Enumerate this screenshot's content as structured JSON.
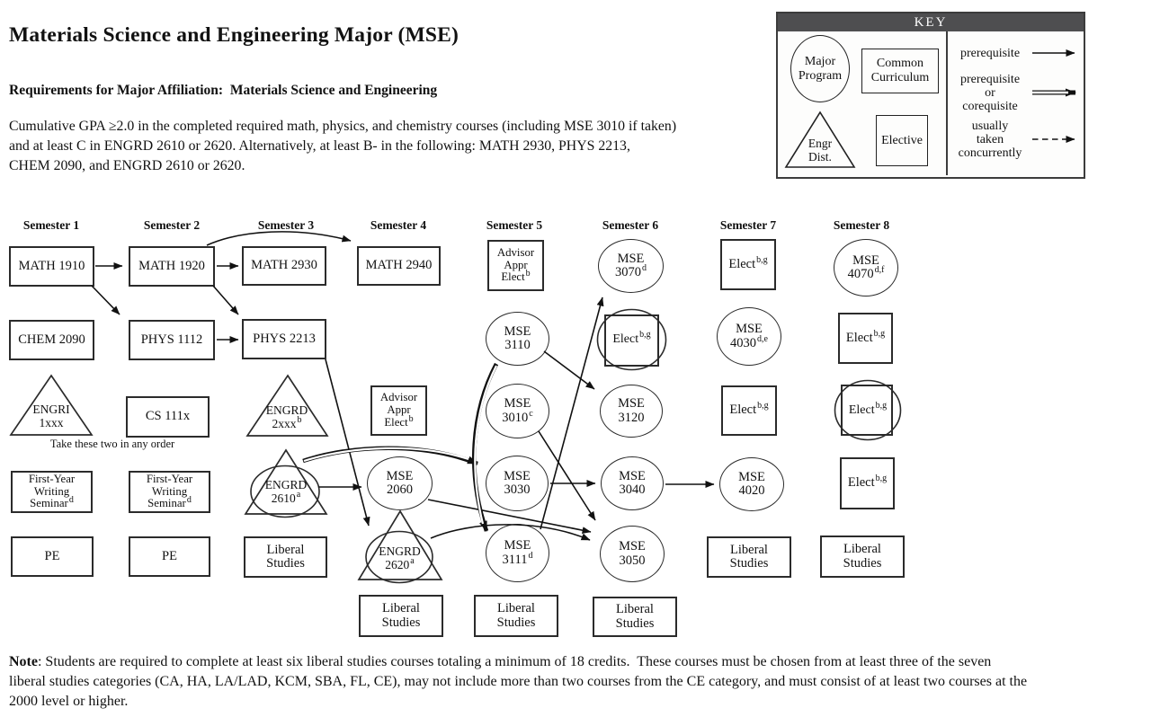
{
  "page": {
    "title": "Materials Science and Engineering Major (MSE)",
    "requirements_heading": "Requirements for Major Affiliation:  Materials Science and Engineering",
    "requirements_body": "Cumulative GPA ≥2.0 in the completed required math, physics, and chemistry courses (including MSE 3010 if taken)\nand at least C in ENGRD 2610 or 2620. Alternatively, at least B- in the following: MATH 2930, PHYS 2213,\nCHEM 2090, and ENGRD 2610 or 2620.",
    "note_label": "Note",
    "note_body": ": Students are required to complete at least six liberal studies courses totaling a minimum of 18 credits.  These courses must be chosen from at least three of the seven\nliberal studies categories (CA, HA, LA/LAD, KCM, SBA, FL, CE), may not include more than two courses from the CE category, and must consist of at least two courses at the\n2000 level or higher."
  },
  "key": {
    "title": "KEY",
    "major_program": "Major\nProgram",
    "common_curriculum": "Common\nCurriculum",
    "engr_dist": "Engr\nDist.",
    "elective": "Elective",
    "prerequisite": "prerequisite",
    "prereq_or_coreq": "prerequisite\nor\ncorequisite",
    "concurrent": "usually\ntaken\nconcurrently"
  },
  "semesters": {
    "s1": "Semester 1",
    "s2": "Semester 2",
    "s3": "Semester 3",
    "s4": "Semester 4",
    "s5": "Semester 5",
    "s6": "Semester 6",
    "s7": "Semester 7",
    "s8": "Semester 8"
  },
  "annotations": {
    "any_order": "Take these two in any order"
  },
  "nodes": {
    "math1910": {
      "label": "MATH 1910"
    },
    "chem2090": {
      "label": "CHEM 2090"
    },
    "engri1xxx": {
      "label": "ENGRI\n1xxx"
    },
    "fyws1": {
      "label": "First-Year\nWriting\nSeminar",
      "sup": "d"
    },
    "pe1": {
      "label": "PE"
    },
    "math1920": {
      "label": "MATH 1920"
    },
    "phys1112": {
      "label": "PHYS 1112"
    },
    "cs111x": {
      "label": "CS 111x"
    },
    "fyws2": {
      "label": "First-Year\nWriting\nSeminar",
      "sup": "d"
    },
    "pe2": {
      "label": "PE"
    },
    "math2930": {
      "label": "MATH 2930"
    },
    "phys2213": {
      "label": "PHYS 2213"
    },
    "engrd2xxx": {
      "label": "ENGRD\n2xxx",
      "sup": "b"
    },
    "engrd2610": {
      "label": "ENGRD\n2610",
      "sup": "a"
    },
    "libstud3": {
      "label": "Liberal\nStudies"
    },
    "math2940": {
      "label": "MATH 2940"
    },
    "advappr4": {
      "label": "Advisor\nAppr\nElect",
      "sup": "b"
    },
    "mse2060": {
      "label": "MSE\n2060"
    },
    "engrd2620": {
      "label": "ENGRD\n2620",
      "sup": "a"
    },
    "libstud4": {
      "label": "Liberal\nStudies"
    },
    "advappr5": {
      "label": "Advisor\nAppr\nElect",
      "sup": "b"
    },
    "mse3110": {
      "label": "MSE\n3110"
    },
    "mse3010": {
      "label": "MSE\n3010",
      "sup": "c"
    },
    "mse3030": {
      "label": "MSE\n3030"
    },
    "mse3111": {
      "label": "MSE\n3111",
      "sup": "d"
    },
    "libstud5": {
      "label": "Liberal\nStudies"
    },
    "mse3070": {
      "label": "MSE\n3070",
      "sup": "d"
    },
    "elect6": {
      "label": "Elect",
      "sup": "b,g"
    },
    "mse3120": {
      "label": "MSE\n3120"
    },
    "mse3040": {
      "label": "MSE\n3040"
    },
    "mse3050": {
      "label": "MSE\n3050"
    },
    "libstud6": {
      "label": "Liberal\nStudies"
    },
    "elect7a": {
      "label": "Elect",
      "sup": "b,g"
    },
    "mse4030": {
      "label": "MSE\n4030",
      "sup": "d,e"
    },
    "elect7b": {
      "label": "Elect",
      "sup": "b,g"
    },
    "mse4020": {
      "label": "MSE\n4020"
    },
    "libstud7": {
      "label": "Liberal\nStudies"
    },
    "mse4070": {
      "label": "MSE\n4070",
      "sup": "d,f"
    },
    "elect8a": {
      "label": "Elect",
      "sup": "b,g"
    },
    "elect8b": {
      "label": "Elect",
      "sup": "b,g"
    },
    "elect8c": {
      "label": "Elect",
      "sup": "b,g"
    },
    "libstud8": {
      "label": "Liberal\nStudies"
    }
  },
  "colors": {
    "ink": "#111111",
    "key_header_bg": "#4e4e50",
    "key_header_text": "#ffffff"
  }
}
